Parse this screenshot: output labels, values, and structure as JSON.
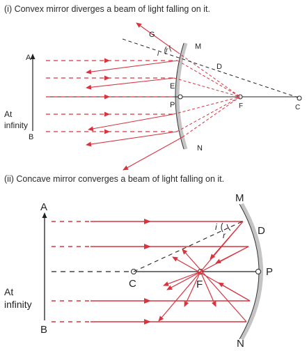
{
  "colors": {
    "ray": "#d8333f",
    "mirror": "#c4c4c4",
    "black": "#222222"
  },
  "figure1": {
    "caption": "(i) Convex mirror diverges a beam of light falling on it.",
    "labels": {
      "A": "A",
      "B": "B",
      "G": "G",
      "M": "M",
      "D": "D",
      "E": "E",
      "P": "P",
      "F": "F",
      "C": "C",
      "N": "N",
      "i": "i",
      "r": "r",
      "at_infinity_1": "At",
      "at_infinity_2": "infinity"
    }
  },
  "figure2": {
    "caption": "(ii) Concave mirror converges a beam of light falling on it.",
    "labels": {
      "A": "A",
      "B": "B",
      "M": "M",
      "D": "D",
      "P": "P",
      "C": "C",
      "F": "F",
      "N": "N",
      "i": "i",
      "r": "r",
      "at_infinity_1": "At",
      "at_infinity_2": "infinity"
    }
  }
}
